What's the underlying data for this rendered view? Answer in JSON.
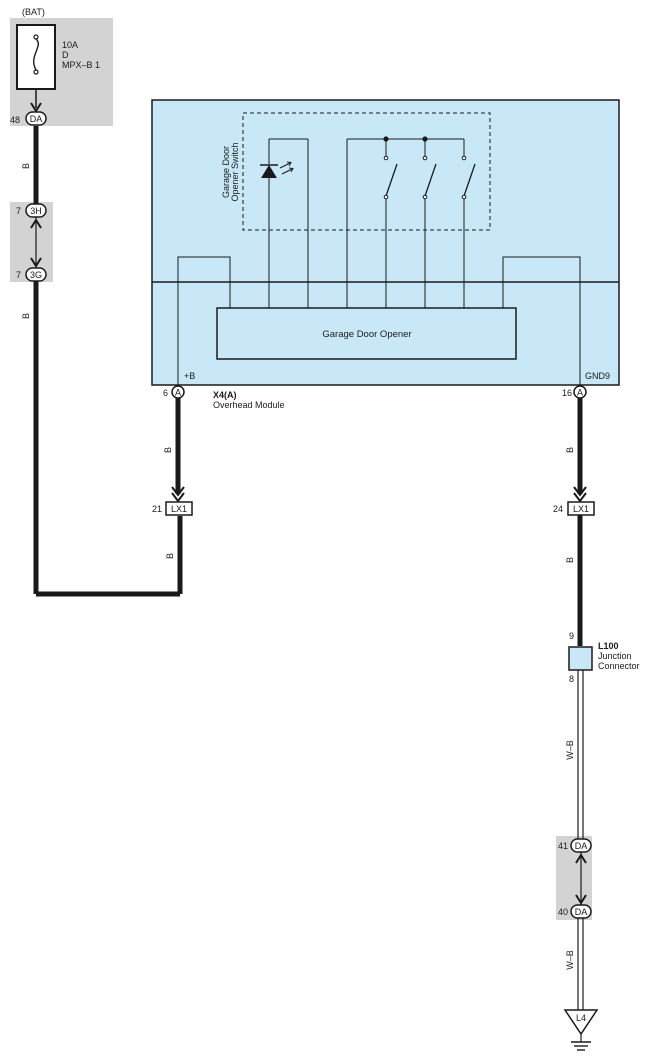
{
  "power_source": {
    "label": "(BAT)",
    "fuse_rating": "10A",
    "fuse_code": "D",
    "fuse_name": "MPX–B 1"
  },
  "connectors": {
    "da_48": {
      "pin": "48",
      "code": "DA"
    },
    "h3_7": {
      "pin": "7",
      "code": "3H"
    },
    "g3_7": {
      "pin": "7",
      "code": "3G"
    },
    "x4_plus_b": {
      "pin": "6",
      "code": "A",
      "signal": "+B"
    },
    "x4_gnd": {
      "pin": "16",
      "code": "A",
      "signal": "GND9"
    },
    "lx1_21": {
      "pin": "21",
      "code": "LX1"
    },
    "lx1_24": {
      "pin": "24",
      "code": "LX1"
    },
    "da_41": {
      "pin": "41",
      "code": "DA"
    },
    "da_40": {
      "pin": "40",
      "code": "DA"
    }
  },
  "wire_colors": {
    "black": "B",
    "white_black": "W–B"
  },
  "module": {
    "connector_id": "X4(A)",
    "name": "Overhead Module",
    "switch_label_line1": "Garage Door",
    "switch_label_line2": "Opener Switch",
    "opener_label": "Garage Door Opener"
  },
  "junction": {
    "id": "L100",
    "name_line1": "Junction",
    "name_line2": "Connector",
    "pin_in": "9",
    "pin_out": "8"
  },
  "ground": {
    "id": "L4"
  },
  "colors": {
    "module_fill": "#c8e8f8",
    "shaded_box": "#d3d3d3",
    "wire": "#1a1a1a"
  }
}
